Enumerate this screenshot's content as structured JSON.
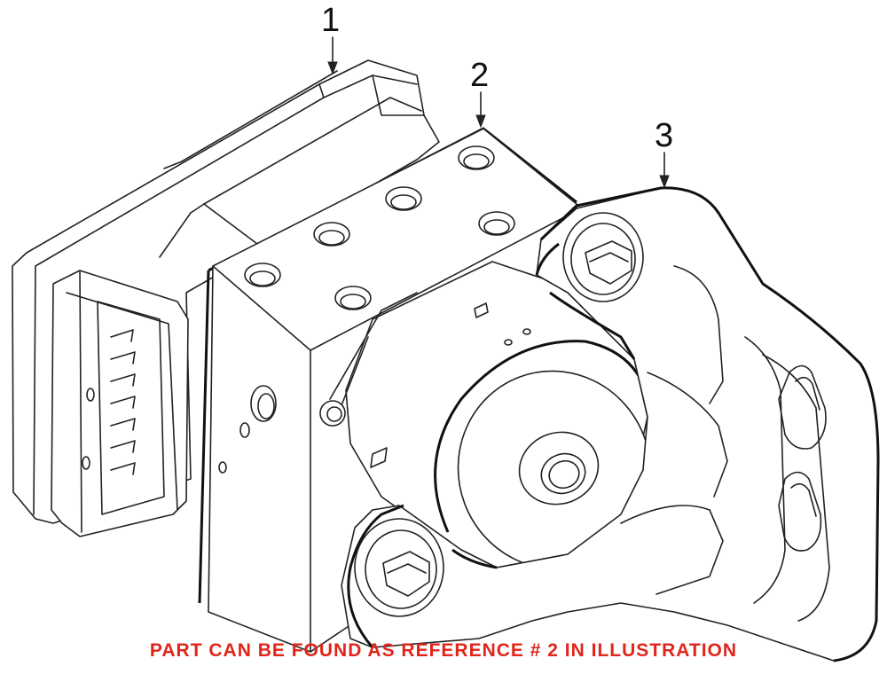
{
  "callouts": {
    "c1": "1",
    "c2": "2",
    "c3": "3"
  },
  "note": "PART CAN BE FOUND AS REFERENCE # 2 IN ILLUSTRATION",
  "colors": {
    "note": "#e0251b",
    "line": "#222222",
    "background": "#ffffff"
  }
}
